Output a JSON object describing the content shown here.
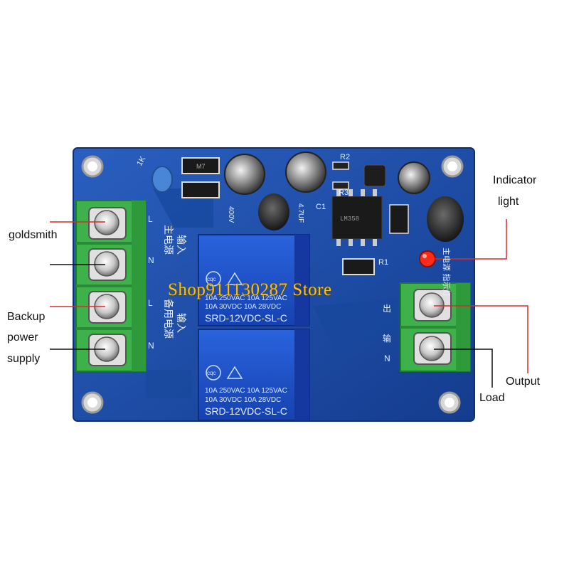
{
  "labels": {
    "input_main": "goldsmith",
    "input_backup_1": "Backup",
    "input_backup_2": "power",
    "input_backup_3": "supply",
    "indicator_1": "Indicator",
    "indicator_2": "light",
    "output": "Output",
    "load": "Load"
  },
  "watermark": "Shop911130287 Store",
  "board_text": {
    "main_power_cn": "主电源",
    "backup_power_cn": "备用电源",
    "input_cn": "输入",
    "L": "L",
    "N": "N",
    "output_cn": "出",
    "output_cn2": "输",
    "indicator_cn": "主电源 指示灯",
    "relay_brand": "cqc",
    "relay_spec_1": "10A 250VAC  10A 125VAC",
    "relay_spec_2": "10A  30VDC  10A  28VDC",
    "relay_model": "SRD-12VDC-SL-C",
    "r1": "R1",
    "r2": "R2",
    "r3": "R3",
    "c1": "C1",
    "cap_1": "1K",
    "cap_400v": "400V",
    "cap_47u": "4.7UF",
    "chip_code": "LM358",
    "diode": "M7"
  },
  "colors": {
    "board": "#1f4fa8",
    "board_dark": "#133a86",
    "terminal": "#3db24a",
    "relay": "#1b4fc8",
    "arrow_red": "#d92b2b",
    "arrow_black": "#111111",
    "led": "#ff2b1a"
  }
}
